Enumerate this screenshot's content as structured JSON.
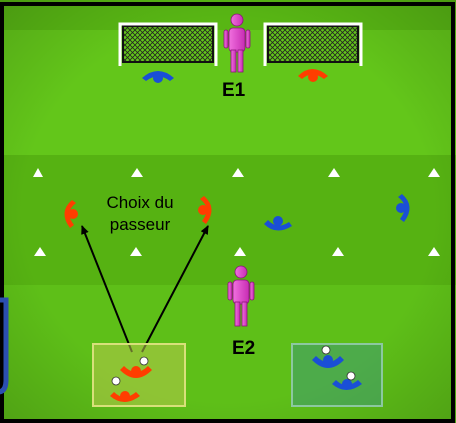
{
  "labels": {
    "coach_top": "E1",
    "coach_bottom": "E2",
    "note_line1": "Choix du",
    "note_line2": "passeur"
  },
  "colors": {
    "grass_light": "#63c61a",
    "grass_dark": "#55b012",
    "team_red": "#ff3d00",
    "team_blue": "#1a4fd6",
    "coach": "#e040c8",
    "cone": "#ffffff",
    "frame": "#000000"
  },
  "icons": {
    "goal": "goal-net-icon",
    "player": "player-icon",
    "coach": "coach-figure-icon",
    "cone": "cone-icon",
    "ball": "soccer-ball-icon",
    "arrow": "pass-arrow-icon"
  }
}
